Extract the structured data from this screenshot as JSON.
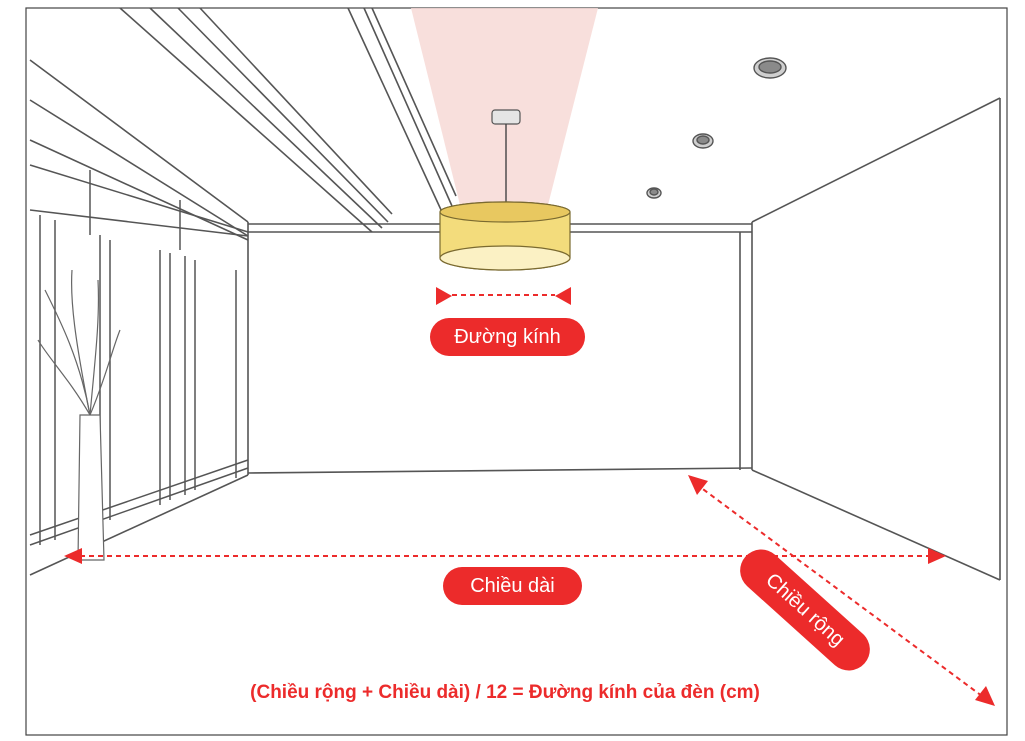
{
  "labels": {
    "diameter": "Đường kính",
    "length": "Chiều dài",
    "width": "Chiều rộng"
  },
  "formula": "(Chiều rộng + Chiều dài) / 12 = Đường kính của đèn (cm)",
  "colors": {
    "accent": "#ec2b2b",
    "lamp_shade": "#f3dc7c",
    "light_beam": "#f7d9d6",
    "sketch_line": "#555555"
  }
}
